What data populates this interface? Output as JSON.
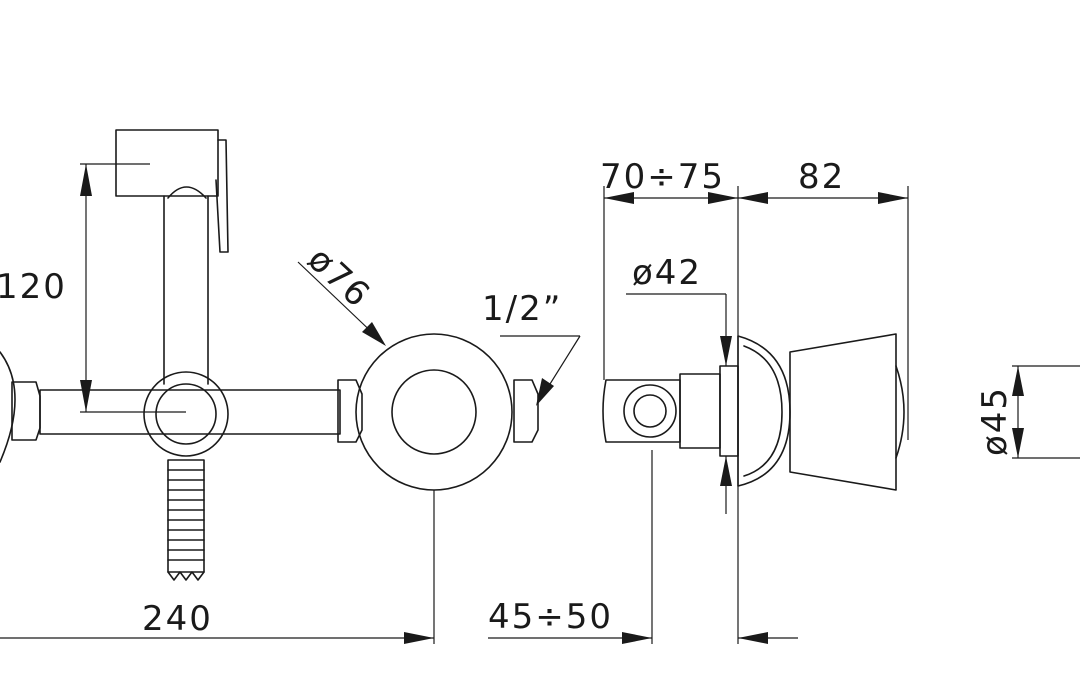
{
  "diagram": {
    "dimensions": {
      "d120": "120",
      "d76": "ø76",
      "d12": "1/2”",
      "d240": "240",
      "d7075": "70÷75",
      "d82": "82",
      "d42": "ø42",
      "d4550": "45÷50",
      "d45": "ø45"
    }
  }
}
